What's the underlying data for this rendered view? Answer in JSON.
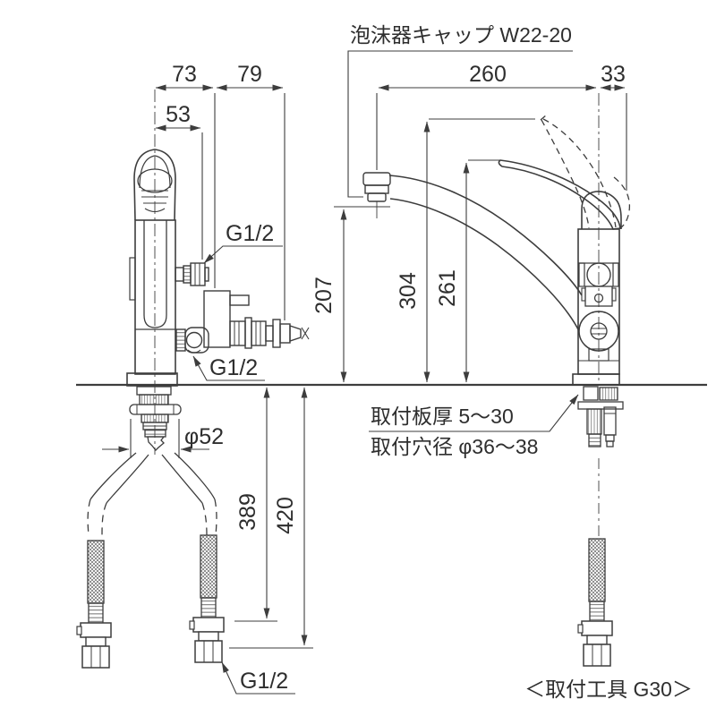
{
  "drawing": {
    "aerator_note": "泡沫器キャップ W22-20",
    "tool_note": "＜取付工具 G30＞",
    "mount_plate_note": "取付板厚 5〜30",
    "mount_hole_note": "取付穴径 φ36〜38",
    "thread_labels": {
      "upper": "G1/2",
      "lower": "G1/2",
      "hose": "G1/2"
    },
    "dims": {
      "d73": "73",
      "d79": "79",
      "d53": "53",
      "d260": "260",
      "d33": "33",
      "d207": "207",
      "d304": "304",
      "d261": "261",
      "d389": "389",
      "d420": "420",
      "phi52": "φ52"
    },
    "colors": {
      "line": "#3d3d3d",
      "background": "#ffffff"
    }
  }
}
